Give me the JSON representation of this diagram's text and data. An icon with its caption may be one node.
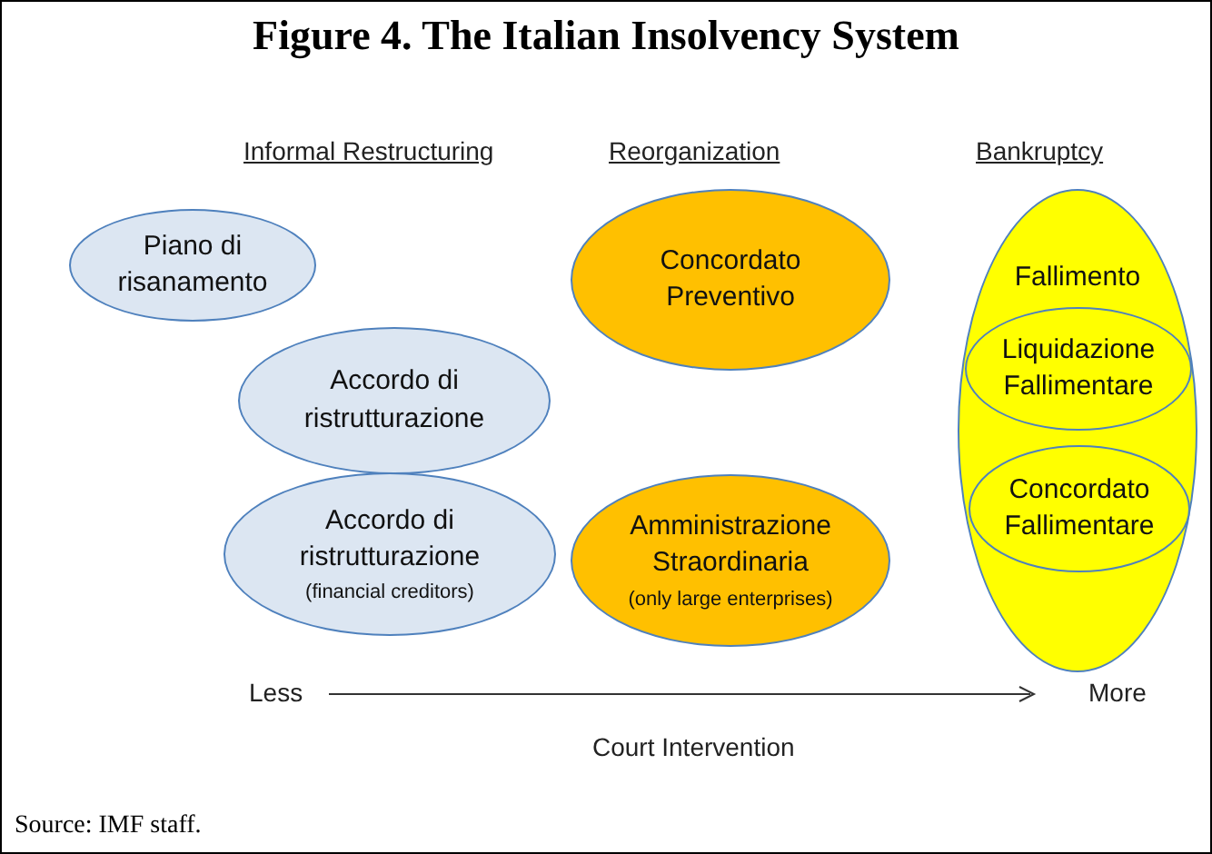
{
  "diagram": {
    "title": "Figure 4. The Italian Insolvency System",
    "caption": "Source: IMF staff.",
    "nodes": [
      {
        "text": [
          "Piano di risanamento"
        ]
      },
      {
        "text": [
          "Accordo di ristrutturazione"
        ]
      },
      {
        "text": [
          "Accordo di ristrutturazione",
          "(financial creditors)"
        ]
      },
      {
        "text": [
          "Concordato Preventivo"
        ]
      },
      {
        "text": [
          "Amministrazione Straordinaria",
          "(only large enterprises)"
        ]
      },
      {
        "text": [
          "Fallimento"
        ]
      },
      {
        "text": [
          "Liquidazione Fallimentare"
        ],
        "in": 5
      },
      {
        "text": [
          "Concordato Fallimentare"
        ],
        "in": 5
      }
    ],
    "edges": [],
    "labels": [
      "Informal Restructuring",
      "Reorganization",
      "Bankruptcy",
      "Less",
      "More",
      "Court Intervention"
    ]
  }
}
